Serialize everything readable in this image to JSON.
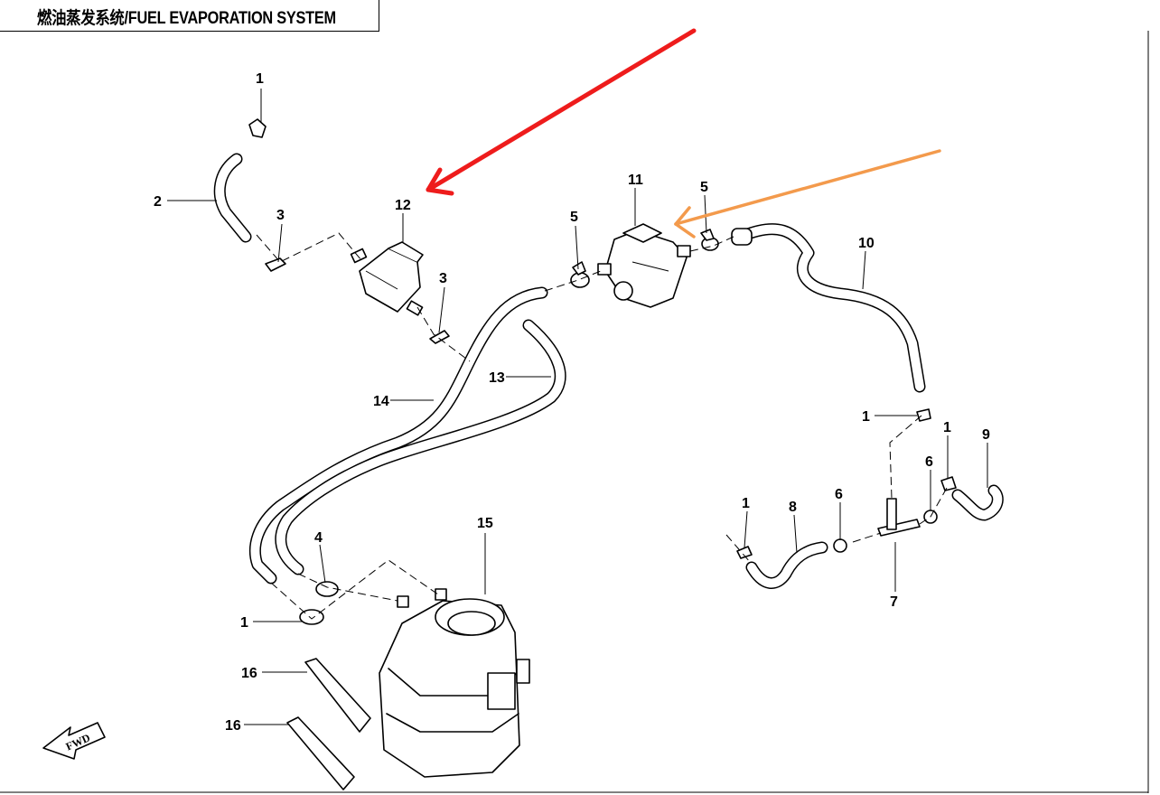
{
  "title": "燃油蒸发系统/FUEL EVAPORATION SYSTEM",
  "fwd_label": "FWD",
  "callouts": [
    "1",
    "2",
    "3",
    "12",
    "3",
    "5",
    "11",
    "5",
    "10",
    "14",
    "13",
    "1",
    "1",
    "9",
    "6",
    "8",
    "6",
    "7",
    "1",
    "4",
    "15",
    "1",
    "16",
    "16"
  ],
  "colors": {
    "red_arrow": "#ee1c1c",
    "orange_arrow": "#f39a4c",
    "line": "#000000",
    "background": "#ffffff"
  }
}
